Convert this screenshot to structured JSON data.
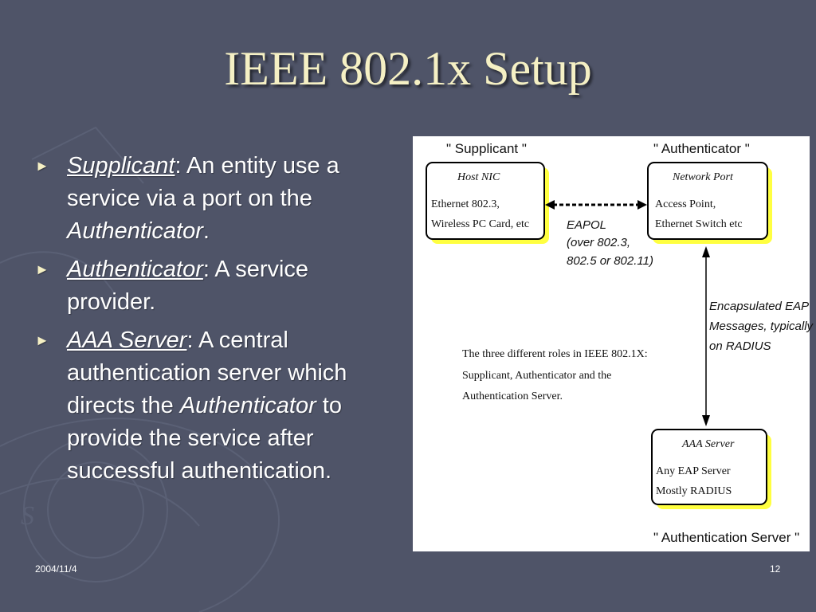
{
  "slide": {
    "title": "IEEE 802.1x Setup",
    "footer_date": "2004/11/4",
    "page_number": "12"
  },
  "bullets": [
    {
      "term": "Supplicant",
      "sep": ": ",
      "text_a": "An entity use a service via a port on the ",
      "italic": "Authenticator",
      "text_b": "."
    },
    {
      "term": "Authenticator",
      "sep": ": ",
      "text_a": "A service provider.",
      "italic": "",
      "text_b": ""
    },
    {
      "term": "AAA Server",
      "sep": ": ",
      "text_a": "A central authentication server which directs the ",
      "italic": "Authenticator",
      "text_b": " to provide the service after successful authentication."
    }
  ],
  "diagram": {
    "supplicant": {
      "role": "\" Supplicant \"",
      "title": "Host NIC",
      "line1": "Ethernet 802.3,",
      "line2": "Wireless PC Card, etc"
    },
    "authenticator": {
      "role": "\" Authenticator \"",
      "title": "Network Port",
      "line1": "Access Point,",
      "line2": "Ethernet Switch etc"
    },
    "server": {
      "role": "\" Authentication Server \"",
      "title": "AAA Server",
      "line1": "Any EAP Server",
      "line2": "Mostly RADIUS"
    },
    "eapol": [
      "EAPOL",
      "(over 802.3,",
      "802.5 or 802.11)"
    ],
    "encap": [
      "Encapsulated EAP",
      "Messages, typically",
      "on RADIUS"
    ],
    "note": [
      "The three different roles in IEEE 802.1X:",
      "Supplicant, Authenticator and the",
      "Authentication Server."
    ]
  }
}
